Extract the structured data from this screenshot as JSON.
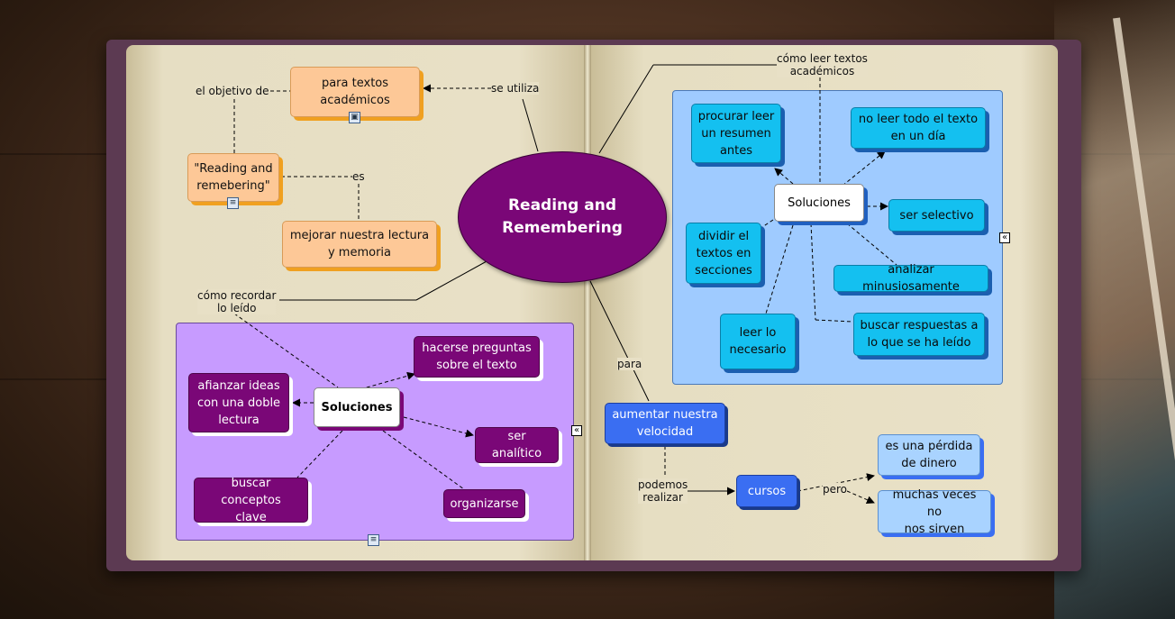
{
  "central": {
    "line1": "Reading and",
    "line2": "Remembering"
  },
  "labels": {
    "se_utiliza": "se utiliza",
    "el_objetivo_de": "el objetivo de",
    "es": "es",
    "como_leer_1": "cómo leer textos",
    "como_leer_2": "académicos",
    "como_recordar_1": "cómo recordar",
    "como_recordar_2": "lo leído",
    "para": "para",
    "podemos_1": "podemos",
    "podemos_2": "realizar",
    "pero": "pero"
  },
  "nodes": {
    "para_textos_1": "para textos",
    "para_textos_2": "académicos",
    "reading_1": "\"Reading and",
    "reading_2": "remebering\"",
    "mejorar_1": "mejorar nuestra lectura",
    "mejorar_2": "y memoria",
    "soluciones_left": "Soluciones",
    "hacerse_1": "hacerse preguntas",
    "hacerse_2": "sobre el texto",
    "afianzar_1": "afianzar ideas",
    "afianzar_2": "con una doble",
    "afianzar_3": "lectura",
    "ser_analitico": "ser analítico",
    "buscar_conceptos_1": "buscar conceptos",
    "buscar_conceptos_2": "clave",
    "organizarse": "organizarse",
    "soluciones_right": "Soluciones",
    "procurar_1": "procurar leer",
    "procurar_2": "un resumen",
    "procurar_3": "antes",
    "no_leer_1": "no leer todo el texto",
    "no_leer_2": "en un día",
    "ser_selectivo": "ser selectivo",
    "dividir_1": "dividir el",
    "dividir_2": "textos en",
    "dividir_3": "secciones",
    "analizar": "analizar minusiosamente",
    "leer_lo_1": "leer lo",
    "leer_lo_2": "necesario",
    "buscar_resp_1": "buscar respuestas a",
    "buscar_resp_2": "lo que se ha leído",
    "aumentar_1": "aumentar nuestra",
    "aumentar_2": "velocidad",
    "cursos": "cursos",
    "perdida_1": "es una pérdida",
    "perdida_2": "de dinero",
    "muchas_1": "muchas veces no",
    "muchas_2": "nos sirven"
  },
  "icons": {
    "image_icon": "image-icon",
    "document_icon": "document-icon",
    "collapse_icon": "collapse-icon",
    "collapse_glyph": "«"
  },
  "colors": {
    "purple": "#7a0777",
    "orange": "#fdc897",
    "cyan": "#14c0f0",
    "blue": "#3a6ef2",
    "lightblue": "#a9d3ff",
    "left_group": "#c79bff",
    "right_group": "#9fcbff"
  }
}
